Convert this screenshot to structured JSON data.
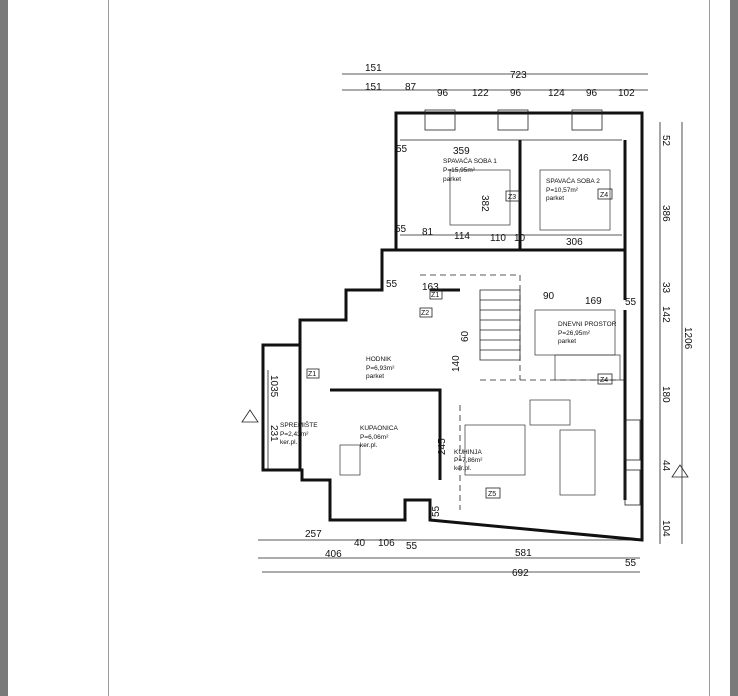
{
  "dims_top_row1": [
    "151",
    "723"
  ],
  "dims_top_row2": [
    "151",
    "87",
    "96",
    "122",
    "96",
    "124",
    "96",
    "102"
  ],
  "dims_bottom_row1": [
    "257",
    "40",
    "106",
    "55",
    "581",
    "55"
  ],
  "dims_bottom_row2": [
    "406",
    "692"
  ],
  "dims_right": [
    "52",
    "386",
    "33",
    "142",
    "1206",
    "180",
    "44",
    "104"
  ],
  "dims_left": [
    "1035",
    "231"
  ],
  "dims_interior": [
    "359",
    "246",
    "55",
    "382",
    "55",
    "81",
    "114",
    "110",
    "10",
    "306",
    "55",
    "163",
    "90",
    "169",
    "140",
    "60",
    "55",
    "245",
    "55"
  ],
  "rooms": [
    {
      "name": "SPAVAĆA SOBA 1",
      "area": "P=15,95m²",
      "floor": "parket"
    },
    {
      "name": "SPAVAĆA SOBA 2",
      "area": "P=10,57m²",
      "floor": "parket"
    },
    {
      "name": "DNEVNI PROSTOR",
      "area": "P=26,95m²",
      "floor": "parket"
    },
    {
      "name": "HODNIK",
      "area": "P=6,93m²",
      "floor": "parket"
    },
    {
      "name": "SPREMIŠTE",
      "area": "P=2,43m²",
      "floor": "ker.pl."
    },
    {
      "name": "KUPAONICA",
      "area": "P=6,06m²",
      "floor": "ker.pl."
    },
    {
      "name": "KUHINJA",
      "area": "P=7,86m²",
      "floor": "ker.pl."
    }
  ],
  "tags": [
    "Z1",
    "Z2",
    "Z3",
    "Z4",
    "Z4",
    "Z5",
    "Z1"
  ]
}
